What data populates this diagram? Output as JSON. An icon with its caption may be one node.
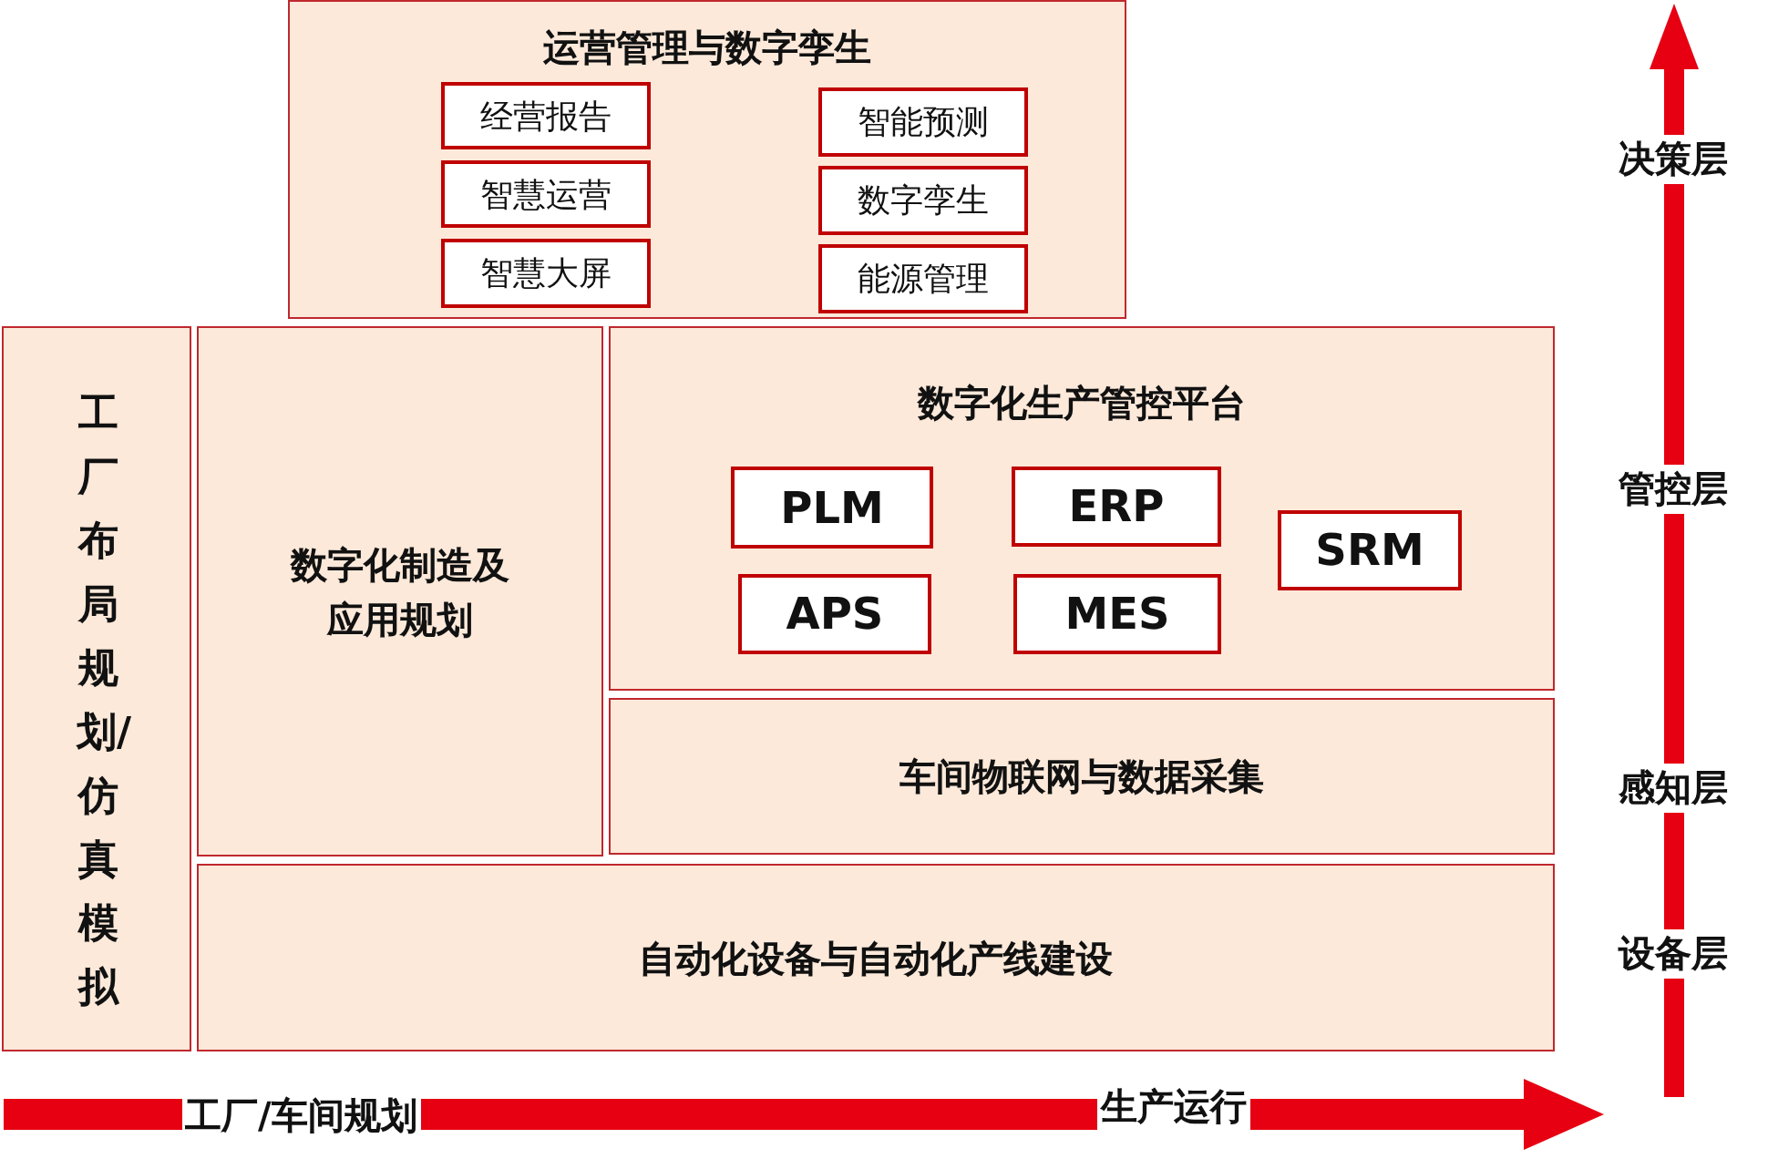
{
  "diagram": {
    "nodes": [
      {
        "text": [
          "运营管理与数字孪生"
        ]
      },
      {
        "text": [
          "经营报告"
        ],
        "in": 0
      },
      {
        "text": [
          "智能预测"
        ],
        "in": 0
      },
      {
        "text": [
          "智慧运营"
        ],
        "in": 0
      },
      {
        "text": [
          "数字孪生"
        ],
        "in": 0
      },
      {
        "text": [
          "智慧大屏"
        ],
        "in": 0
      },
      {
        "text": [
          "能源管理"
        ],
        "in": 0
      },
      {
        "text": [
          "工厂布局规划/仿真模拟"
        ]
      },
      {
        "text": [
          "数字化制造及应用规划"
        ]
      },
      {
        "text": [
          "数字化生产管控平台"
        ]
      },
      {
        "text": [
          "PLM"
        ],
        "in": 9
      },
      {
        "text": [
          "ERP"
        ],
        "in": 9
      },
      {
        "text": [
          "SRM"
        ],
        "in": 9
      },
      {
        "text": [
          "APS"
        ],
        "in": 9
      },
      {
        "text": [
          "MES"
        ],
        "in": 9
      },
      {
        "text": [
          "车间物联网与数据采集"
        ]
      },
      {
        "text": [
          "自动化设备与自动化产线建设"
        ]
      }
    ],
    "labels": [
      "决策层",
      "管控层",
      "感知层",
      "设备层",
      "工厂/车间规划",
      "生产运行"
    ]
  }
}
